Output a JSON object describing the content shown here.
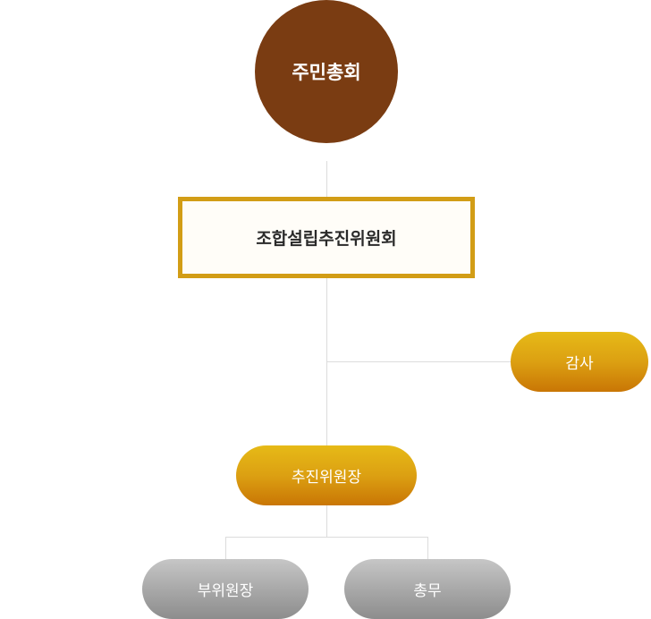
{
  "diagram": {
    "general_assembly": "주민총회",
    "promotion_committee": "조합설립추진위원회",
    "auditor": "감사",
    "chairperson": "추진위원장",
    "vice_chairperson": "부위원장",
    "general_affairs": "총무"
  },
  "colors": {
    "circle": "#7a3c12",
    "box_border": "#d29d16",
    "gold_top": "#e6ba17",
    "gold_bottom": "#c97605",
    "grey_top": "#c6c6c6",
    "grey_bottom": "#8d8d8d",
    "connector": "#dcdcdc"
  }
}
